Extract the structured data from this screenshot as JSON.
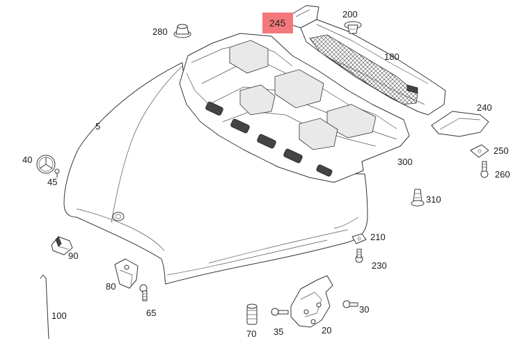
{
  "callouts": {
    "c245": "245",
    "c200": "200",
    "c280": "280",
    "c180": "180",
    "c240": "240",
    "c5": "5",
    "c300": "300",
    "c250": "250",
    "c260": "260",
    "c40": "40",
    "c45": "45",
    "c310": "310",
    "c210": "210",
    "c90": "90",
    "c230": "230",
    "c80": "80",
    "c30": "30",
    "c65": "65",
    "c100": "100",
    "c35": "35",
    "c20": "20",
    "c70": "70"
  },
  "colors": {
    "highlight": "#f4777c",
    "line": "#333333"
  }
}
